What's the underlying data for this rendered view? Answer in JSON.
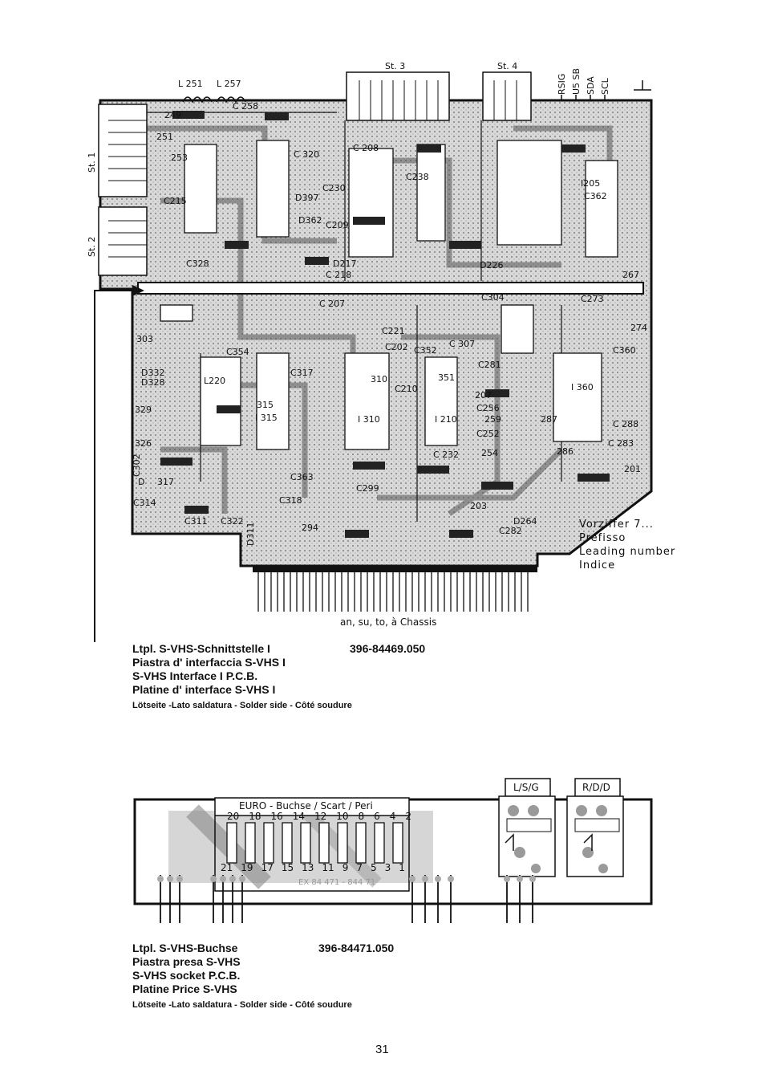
{
  "board1": {
    "connectors": {
      "st1": "St. 1",
      "st2": "St. 2",
      "st3": "St. 3",
      "st4": "St. 4"
    },
    "top_pins": [
      "RSIG",
      "U5 SB",
      "SDA",
      "SCL"
    ],
    "coils": [
      "L 251",
      "L 257"
    ],
    "component_labels": [
      "C 258",
      "249",
      "251",
      "253",
      "C215",
      "C328",
      "C 320",
      "C 208",
      "C230",
      "D397",
      "D362",
      "C209",
      "C238",
      "I205",
      "C362",
      "D217",
      "C 218",
      "D226",
      "C304",
      "C273",
      "C 207",
      "C221",
      "C202",
      "C352",
      "C 307",
      "C360",
      "D332",
      "D328",
      "L220",
      "C354",
      "C317",
      "C210",
      "315",
      "I 315",
      "310",
      "I 310",
      "351",
      "I 210",
      "207",
      "C256",
      "259",
      "287",
      "C 288",
      "C 283",
      "C281",
      "I 360",
      "C252",
      "254",
      "286",
      "C 232",
      "201",
      "C363",
      "C299",
      "C318",
      "D264",
      "C282",
      "294",
      "C311",
      "C322",
      "D311",
      "203",
      "303",
      "329",
      "326",
      "C302",
      "D",
      "317",
      "C314",
      "267",
      "274"
    ],
    "edge_note": "an, su, to, à Chassis",
    "prefix_lines": [
      "Vorziffer 7...",
      "Prefisso",
      "Leading number",
      "Indice"
    ]
  },
  "caption1": {
    "lines": [
      "Ltpl. S-VHS-Schnittstelle I",
      "Piastra d' interfaccia S-VHS I",
      "S-VHS Interface I P.C.B.",
      "Platine d' interface S-VHS I"
    ],
    "part_number": "396-84469.050",
    "side": "Lötseite -Lato saldatura - Solder side - Côté soudure"
  },
  "board2": {
    "connector_label": "EURO - Buchse / Scart / Peri",
    "pins_top": [
      "20",
      "18",
      "16",
      "14",
      "12",
      "10",
      "8",
      "6",
      "4",
      "2"
    ],
    "pins_bottom": [
      "21",
      "19",
      "17",
      "15",
      "13",
      "11",
      "9",
      "7",
      "5",
      "3",
      "1"
    ],
    "switches": [
      "L/S/G",
      "R/D/D"
    ],
    "board_code": "EX 84 471 - 844 71"
  },
  "caption2": {
    "lines": [
      "Ltpl. S-VHS-Buchse",
      "Piastra presa S-VHS",
      "S-VHS socket P.C.B.",
      "Platine Price S-VHS"
    ],
    "part_number": "396-84471.050",
    "side": "Lötseite -Lato saldatura - Solder side - Côté soudure"
  },
  "page_number": "31"
}
